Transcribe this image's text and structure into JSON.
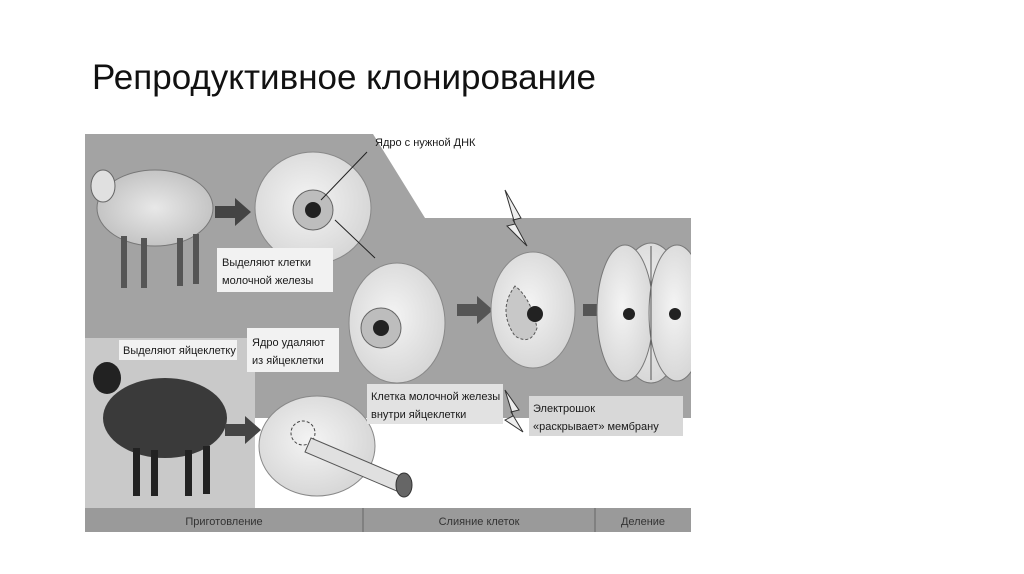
{
  "slide": {
    "title": "Репродуктивное клонирование"
  },
  "diagram": {
    "labels": {
      "nucleus_dna": "Ядро с нужной ДНК",
      "isolate_cells_1": "Выделяют клетки",
      "isolate_cells_2": "молочной железы",
      "isolate_egg": "Выделяют яйцеклетку",
      "remove_nucleus_1": "Ядро удаляют",
      "remove_nucleus_2": "из яйцеклетки",
      "cell_inside_1": "Клетка молочной железы",
      "cell_inside_2": "внутри яйцеклетки",
      "shock_1": "Электрошок",
      "shock_2": "«раскрывает» мембрану"
    },
    "stages": [
      "Приготовление",
      "Слияние клеток",
      "Деление"
    ]
  }
}
